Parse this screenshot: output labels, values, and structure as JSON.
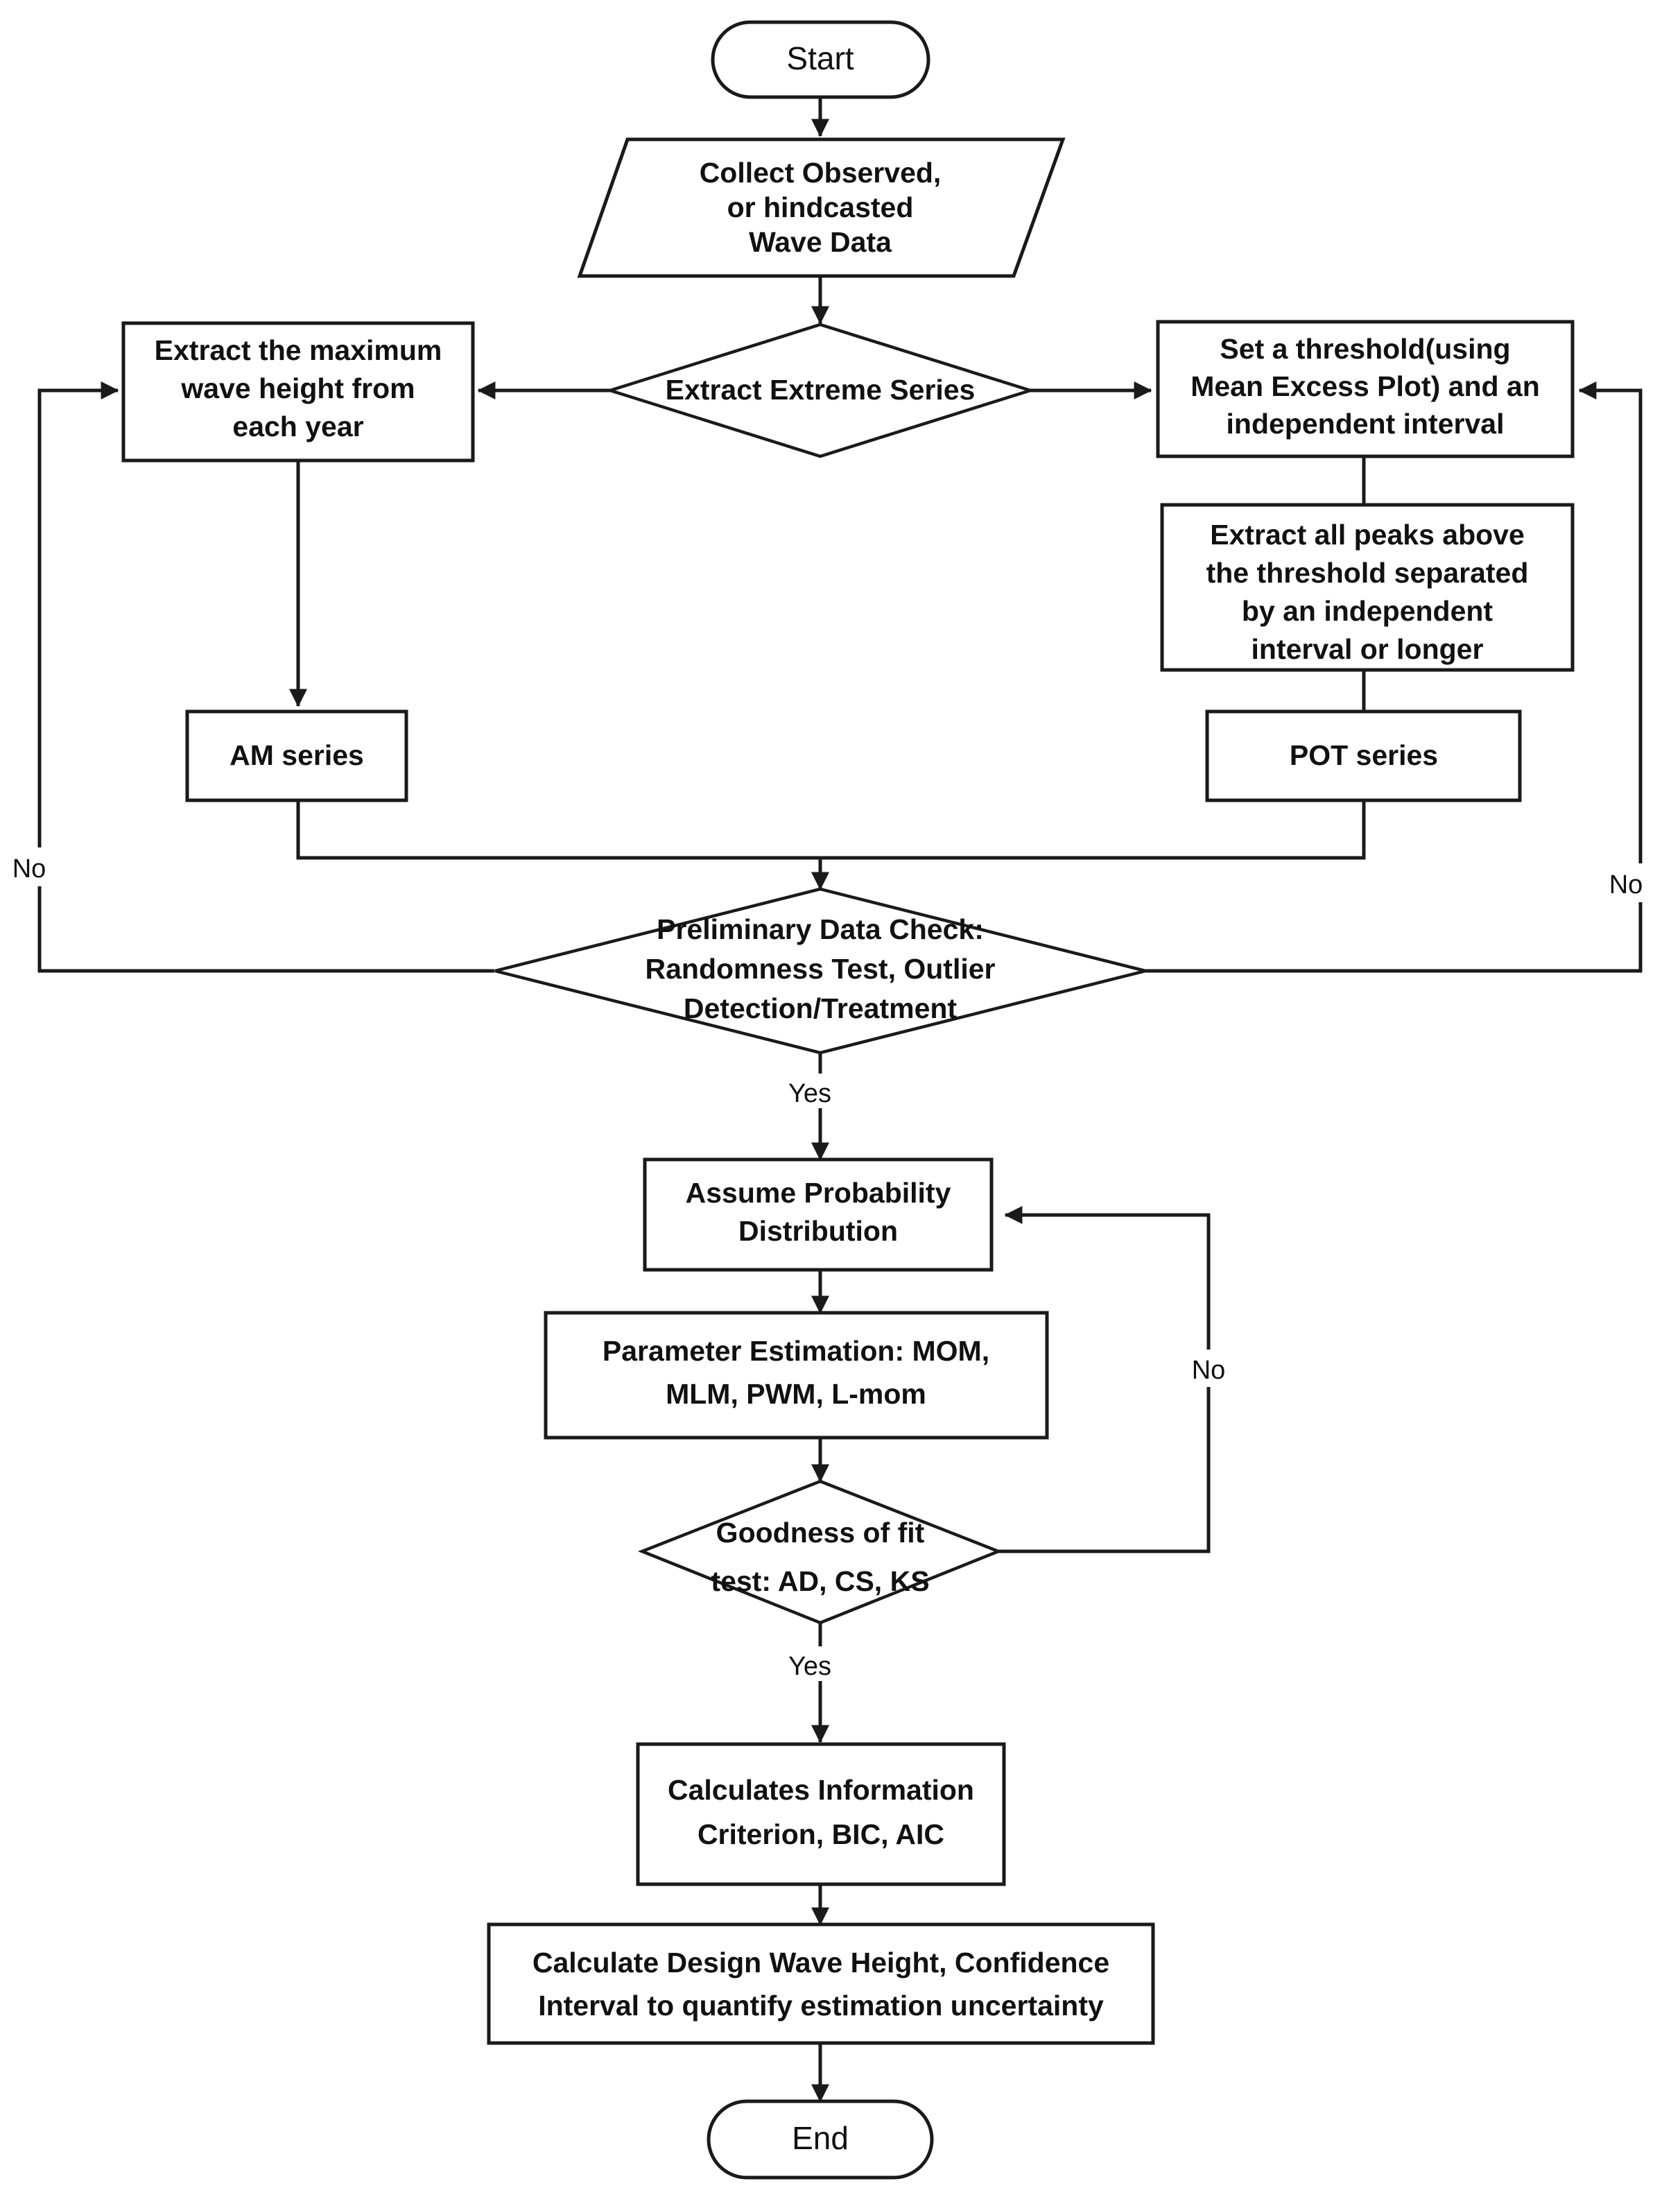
{
  "diagram": {
    "title": "Extreme wave height analysis flowchart",
    "stroke_color": "#1a1a1a",
    "fill_color": "#ffffff",
    "text_color": "#111111"
  },
  "nodes": {
    "start": {
      "label": "Start",
      "shape": "terminator"
    },
    "collect_data": {
      "line1": "Collect Observed,",
      "line2": "or hindcasted",
      "line3": "Wave Data",
      "shape": "parallelogram"
    },
    "extract_extreme_series": {
      "label": "Extract Extreme Series",
      "shape": "decision"
    },
    "annual_max": {
      "line1": "Extract the maximum",
      "line2": "wave height from",
      "line3": "each year",
      "shape": "process"
    },
    "set_threshold": {
      "line1": "Set a threshold(using",
      "line2": "Mean Excess Plot) and an",
      "line3": "independent interval",
      "shape": "process"
    },
    "extract_peaks": {
      "line1": "Extract all peaks above",
      "line2": "the threshold  separated",
      "line3": "by an independent",
      "line4": "interval or longer",
      "shape": "process"
    },
    "am_series": {
      "label": "AM series",
      "shape": "process"
    },
    "pot_series": {
      "label": "POT series",
      "shape": "process"
    },
    "prelim_check": {
      "line1": "Preliminary Data Check:",
      "line2": "Randomness Test, Outlier",
      "line3": "Detection/Treatment",
      "shape": "decision"
    },
    "assume_dist": {
      "line1": "Assume Probability",
      "line2": "Distribution",
      "shape": "process"
    },
    "param_estimation": {
      "line1": "Parameter Estimation: MOM,",
      "line2": "MLM, PWM, L-mom",
      "shape": "process"
    },
    "goodness_of_fit": {
      "line1": "Goodness of fit",
      "line2": "test: AD, CS, KS",
      "shape": "decision"
    },
    "info_criterion": {
      "line1": "Calculates Information",
      "line2": "Criterion, BIC, AIC",
      "shape": "process"
    },
    "design_wave": {
      "line1": "Calculate Design Wave Height, Confidence",
      "line2": "Interval to quantify estimation uncertainty",
      "shape": "process"
    },
    "end": {
      "label": "End",
      "shape": "terminator"
    }
  },
  "edge_labels": {
    "prelim_no_left": "No",
    "prelim_no_right": "No",
    "prelim_yes": "Yes",
    "gof_no": "No",
    "gof_yes": "Yes"
  }
}
